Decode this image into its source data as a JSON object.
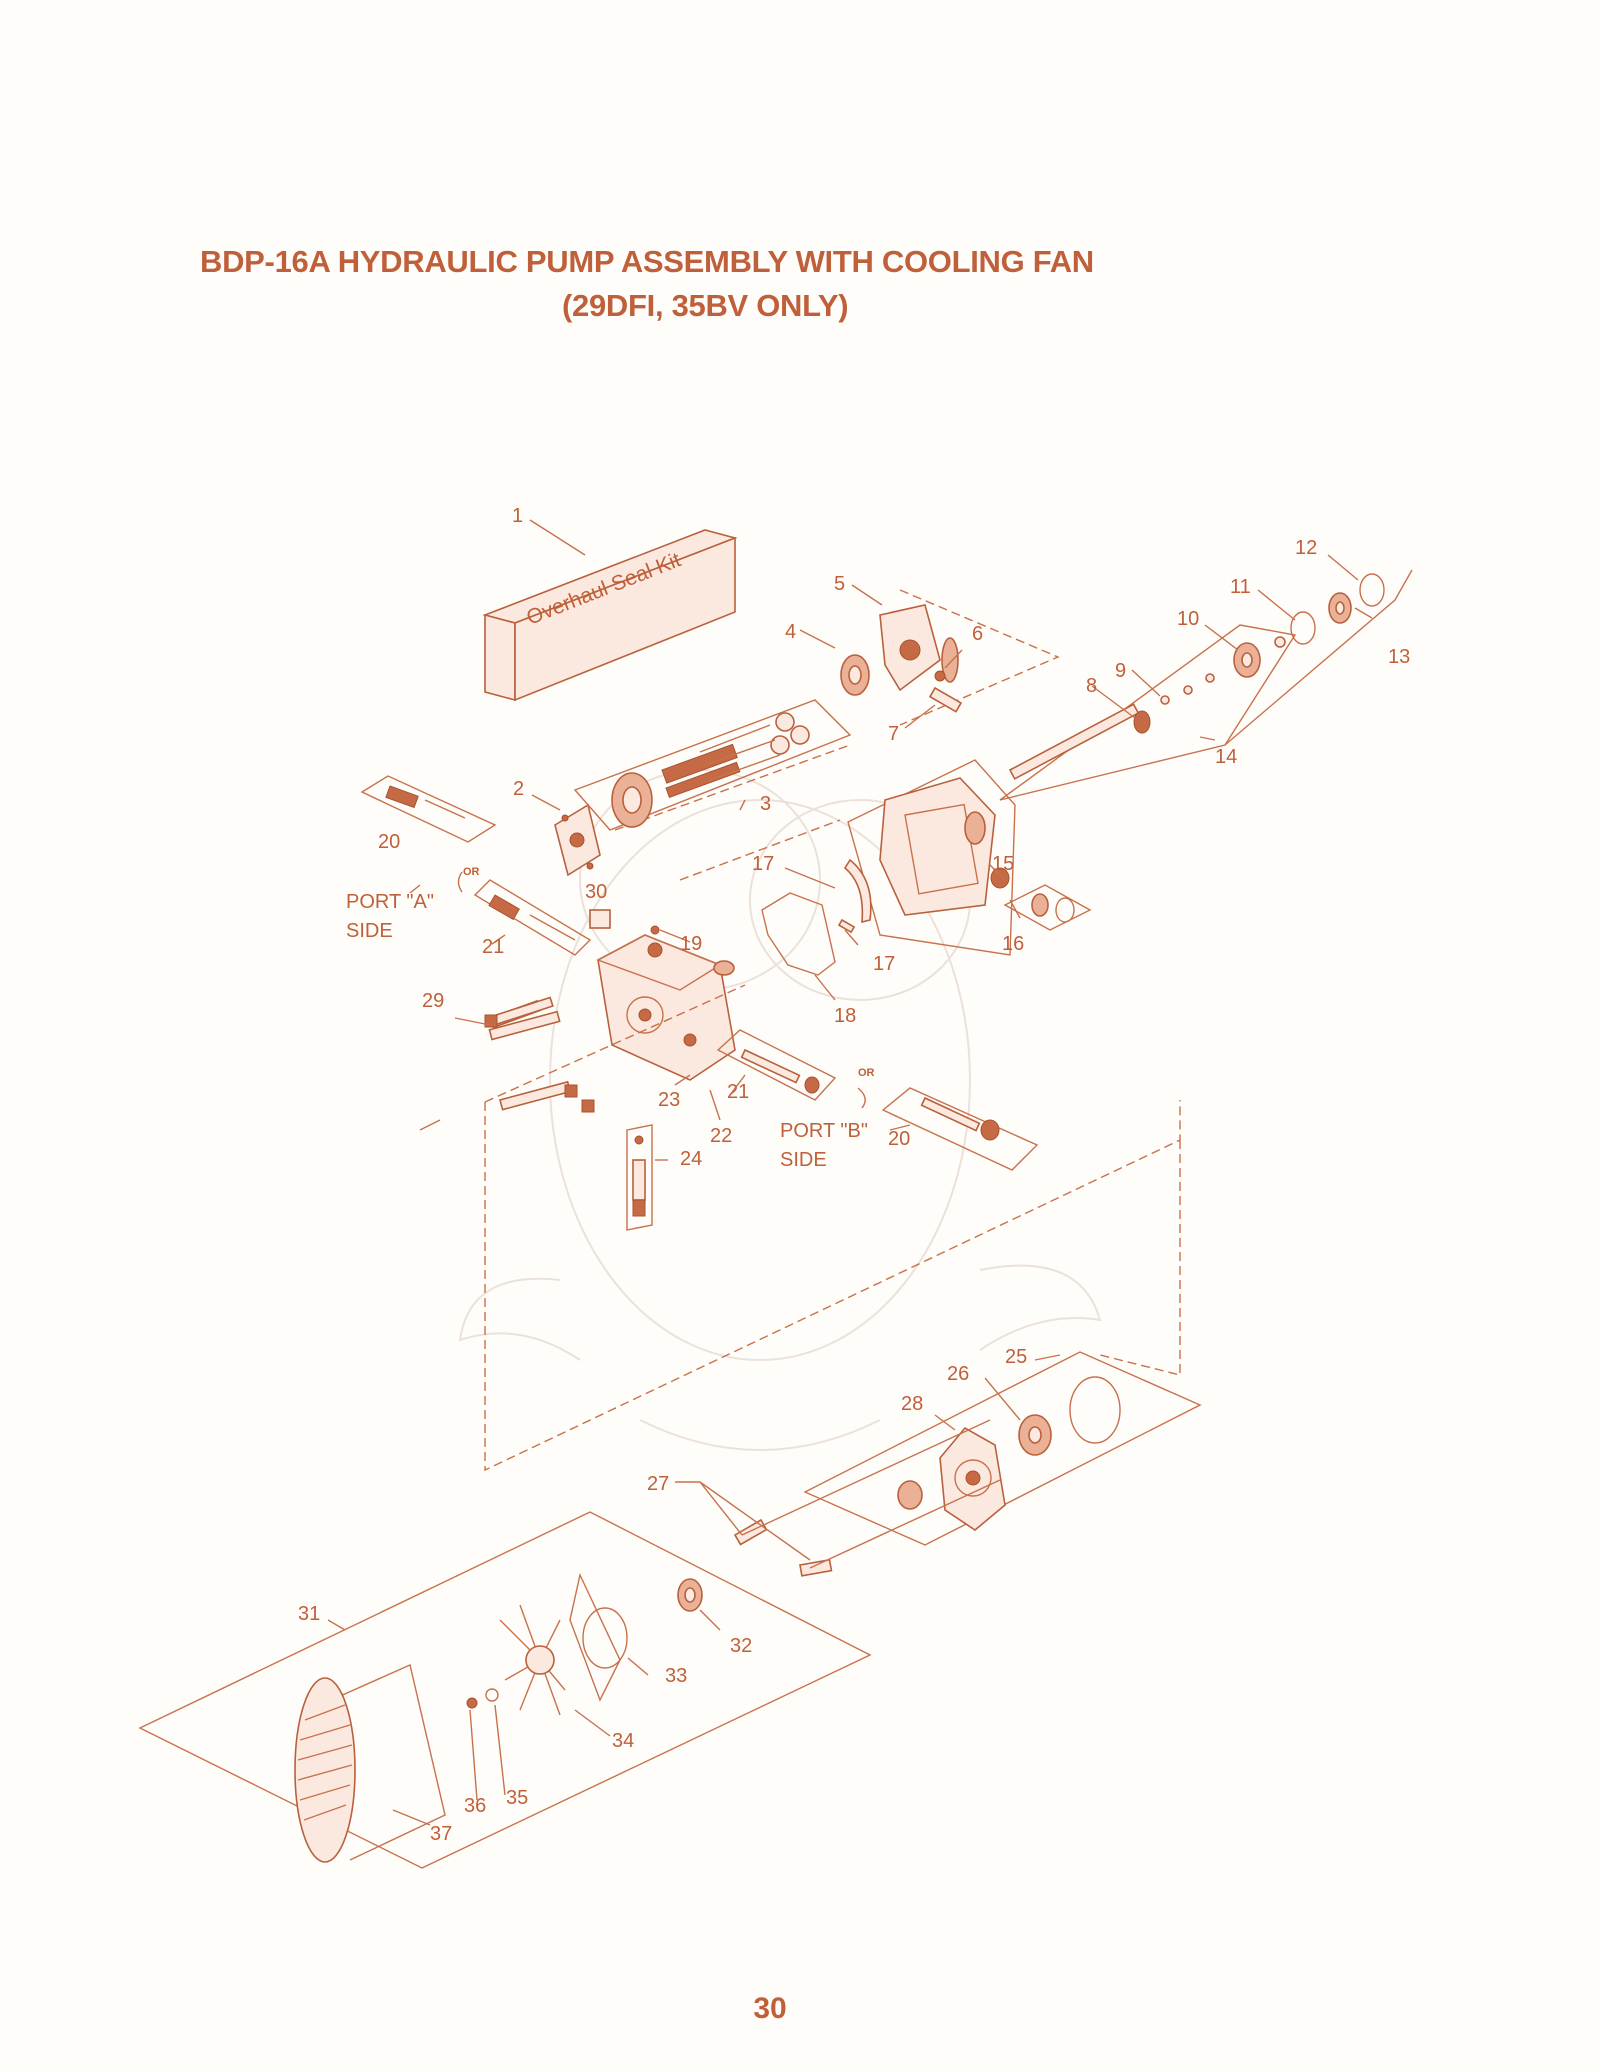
{
  "title": {
    "line1": "BDP-16A HYDRAULIC PUMP ASSEMBLY WITH COOLING FAN",
    "line2": "(29DFI, 35BV ONLY)"
  },
  "page_number": "30",
  "kit_label": "Overhaul Seal Kit",
  "or_label": "OR",
  "ports": {
    "a_line1": "PORT \"A\"",
    "a_line2": "SIDE",
    "b_line1": "PORT \"B\"",
    "b_line2": "SIDE"
  },
  "callouts": [
    {
      "id": "c1",
      "num": "1"
    },
    {
      "id": "c2",
      "num": "2"
    },
    {
      "id": "c3",
      "num": "3"
    },
    {
      "id": "c4",
      "num": "4"
    },
    {
      "id": "c5",
      "num": "5"
    },
    {
      "id": "c6",
      "num": "6"
    },
    {
      "id": "c7",
      "num": "7"
    },
    {
      "id": "c8",
      "num": "8"
    },
    {
      "id": "c9",
      "num": "9"
    },
    {
      "id": "c10",
      "num": "10"
    },
    {
      "id": "c11",
      "num": "11"
    },
    {
      "id": "c12",
      "num": "12"
    },
    {
      "id": "c13",
      "num": "13"
    },
    {
      "id": "c14",
      "num": "14"
    },
    {
      "id": "c15",
      "num": "15"
    },
    {
      "id": "c16",
      "num": "16"
    },
    {
      "id": "c17a",
      "num": "17"
    },
    {
      "id": "c17b",
      "num": "17"
    },
    {
      "id": "c18",
      "num": "18"
    },
    {
      "id": "c19",
      "num": "19"
    },
    {
      "id": "c20a",
      "num": "20"
    },
    {
      "id": "c20b",
      "num": "20"
    },
    {
      "id": "c21a",
      "num": "21"
    },
    {
      "id": "c21b",
      "num": "21"
    },
    {
      "id": "c22",
      "num": "22"
    },
    {
      "id": "c23",
      "num": "23"
    },
    {
      "id": "c24",
      "num": "24"
    },
    {
      "id": "c25",
      "num": "25"
    },
    {
      "id": "c26",
      "num": "26"
    },
    {
      "id": "c27",
      "num": "27"
    },
    {
      "id": "c28",
      "num": "28"
    },
    {
      "id": "c29",
      "num": "29"
    },
    {
      "id": "c30",
      "num": "30"
    },
    {
      "id": "c31",
      "num": "31"
    },
    {
      "id": "c32",
      "num": "32"
    },
    {
      "id": "c33",
      "num": "33"
    },
    {
      "id": "c34",
      "num": "34"
    },
    {
      "id": "c35",
      "num": "35"
    },
    {
      "id": "c36",
      "num": "36"
    },
    {
      "id": "c37",
      "num": "37"
    }
  ]
}
